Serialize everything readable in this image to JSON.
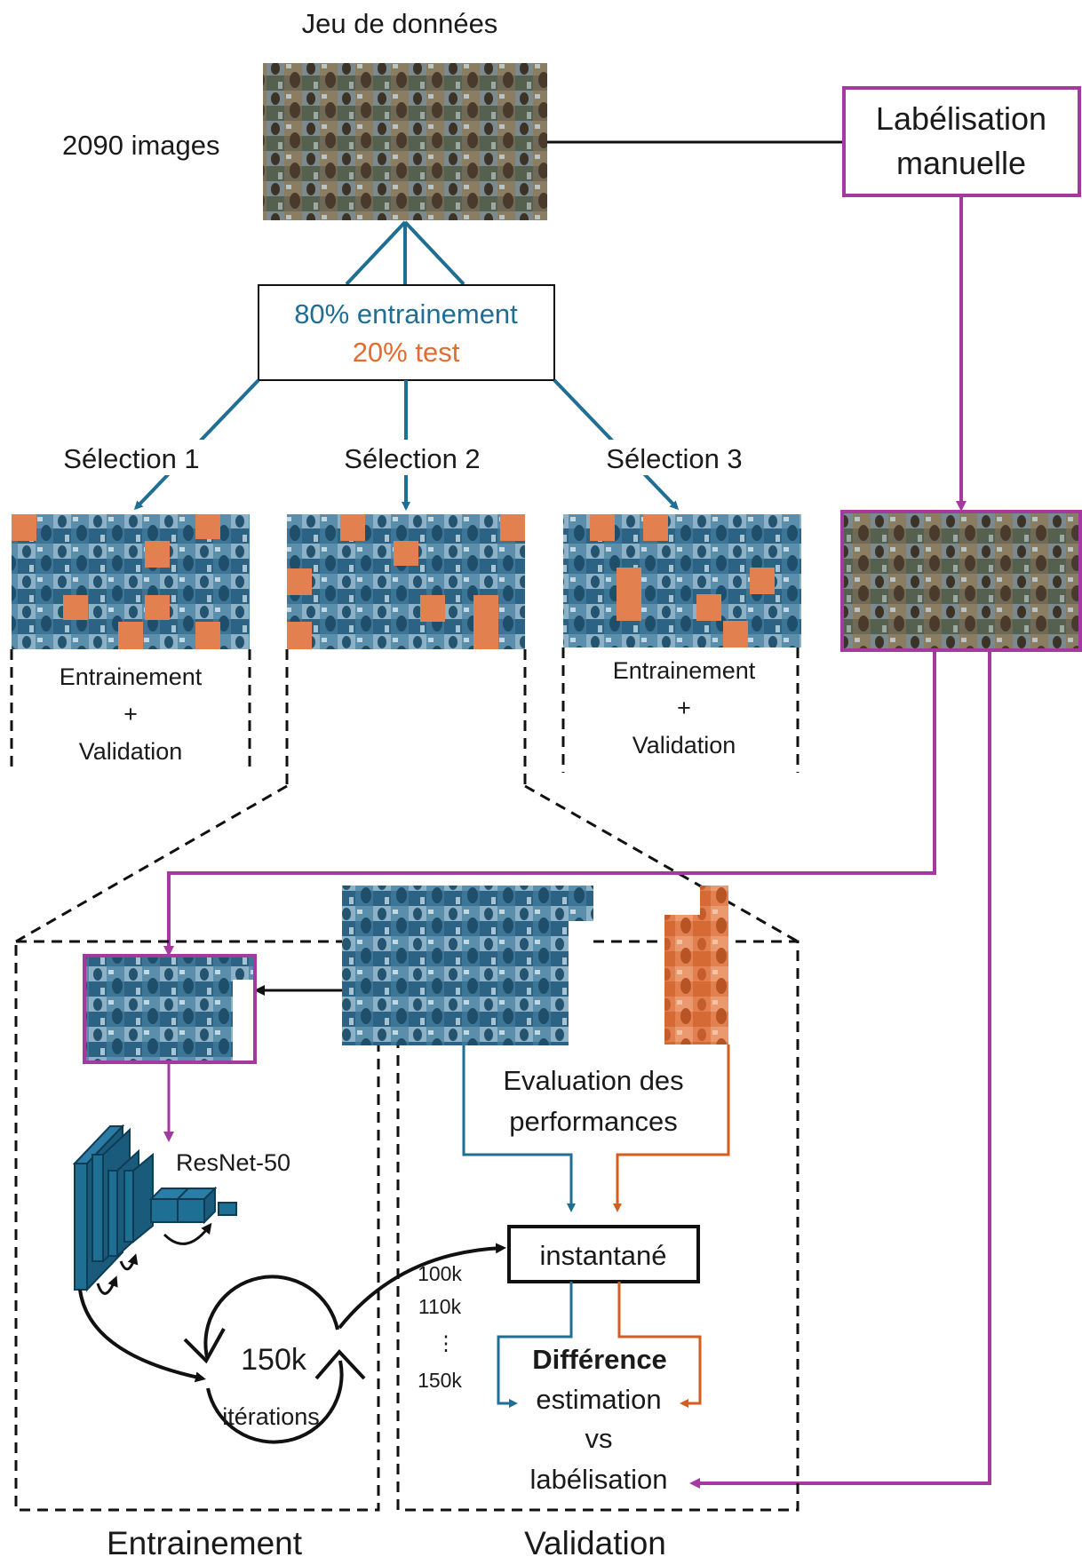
{
  "dataset": {
    "title": "Jeu de données",
    "count_label": "2090 images"
  },
  "manual_label_box": {
    "line1": "Labélisation",
    "line2": "manuelle"
  },
  "split": {
    "train_label": "80% entrainement",
    "test_label": "20% test",
    "train_color": "#1f6e94",
    "test_color": "#e36c2f"
  },
  "selections": [
    {
      "label": "Sélection 1",
      "caption": [
        "Entrainement",
        "+",
        "Validation"
      ]
    },
    {
      "label": "Sélection 2"
    },
    {
      "label": "Sélection 3",
      "caption": [
        "Entrainement",
        "+",
        "Validation"
      ]
    }
  ],
  "model": {
    "name": "ResNet-50",
    "loop_count": "150k",
    "loop_caption": "itérations"
  },
  "evaluation": {
    "label_line1": "Evaluation des",
    "label_line2": "performances",
    "snapshot": "instantané",
    "checkpoints": [
      "100k",
      "110k",
      "⋮",
      "150k"
    ],
    "diff_title": "Différence",
    "diff_line1": "estimation",
    "diff_line2": "vs",
    "diff_line3": "labélisation"
  },
  "panels": {
    "training": "Entrainement",
    "validation": "Validation"
  },
  "colors": {
    "purple": "#a43aa0",
    "blue": "#1f6e94",
    "orange": "#d45e1f",
    "dark": "#111111"
  }
}
